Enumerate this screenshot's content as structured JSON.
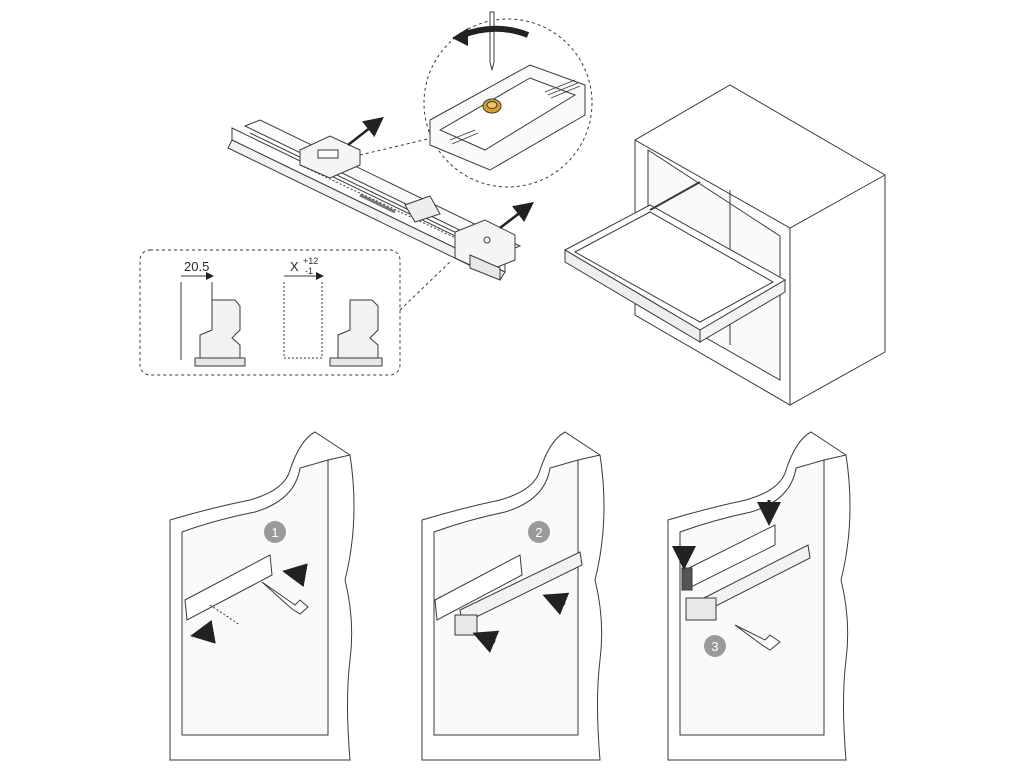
{
  "detail": {
    "dim_left": "20.5",
    "dim_right_base": "X",
    "dim_right_sup": "+12",
    "dim_right_sub": "-1"
  },
  "steps": [
    {
      "number": "1"
    },
    {
      "number": "2"
    },
    {
      "number": "3"
    }
  ],
  "colors": {
    "line": "#3a3a3a",
    "step_badge": "#9a9a9a",
    "screw_highlight": "#d9a12a",
    "arrow": "#222222"
  }
}
